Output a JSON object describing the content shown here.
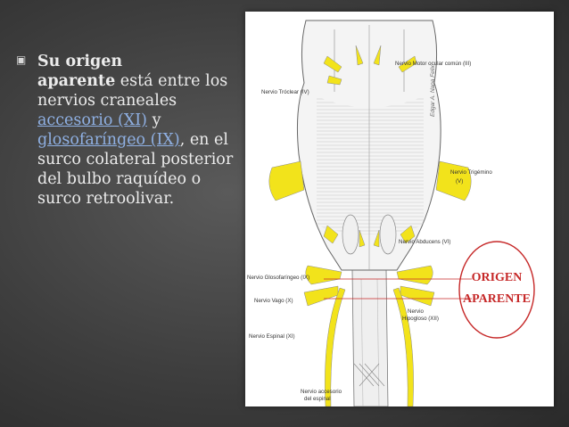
{
  "slide": {
    "bullet_icon": "square-bullet",
    "text_part1": "Su origen",
    "text_part2": "aparente",
    "text_part3": " está entre los nervios craneales ",
    "link1": "accesorio (XI)",
    "text_part4": " y ",
    "link2": "glosofaríngeo (IX)",
    "text_part5": ", en el surco colateral posterior del bulbo raquídeo o surco retroolivar.",
    "link_color": "#8fb0e3"
  },
  "figure": {
    "labels": {
      "troclear": "Nervio Tróclear (IV)",
      "motor_ocular": "Nervio Motor ocular común (III)",
      "author": "Edgar A. Napa Felix",
      "trigemino": "Nervio Trigémino",
      "trigemino_num": "(V)",
      "abducens": "Nervio Abducens (VI)",
      "glosofaringeo": "Nervio Glosofaríngeo (IX)",
      "vago": "Nervio Vago (X)",
      "hipogloso": "Nervio",
      "hipogloso2": "Hipogloso (XII)",
      "espinal": "Nervio Espinal (XI)",
      "accesorio": "Nervio accesorio",
      "accesorio2": "del espinal"
    },
    "callout_line1": "ORIGEN",
    "callout_line2": "APARENTE",
    "callout_color": "#c62828",
    "nerve_color": "#f2e31b"
  }
}
